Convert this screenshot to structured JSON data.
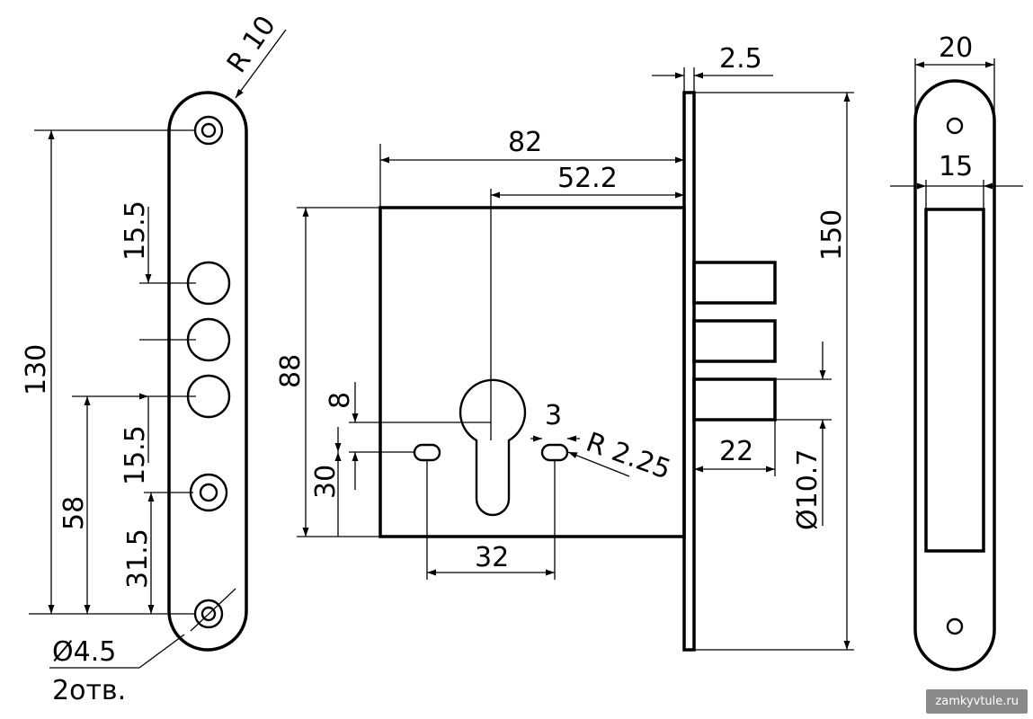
{
  "dimensions": {
    "r10": "R 10",
    "d130": "130",
    "d15_5_top": "15.5",
    "d15_5_bottom": "15.5",
    "d58": "58",
    "d31_5": "31.5",
    "d4_5": "Ø4.5",
    "holes": "2отв.",
    "d2_5": "2.5",
    "d82": "82",
    "d52_2": "52.2",
    "d88": "88",
    "d8": "8",
    "d30": "30",
    "d3": "3",
    "r2_25": "R 2.25",
    "d32": "32",
    "d22": "22",
    "d150": "150",
    "d10_7": "Ø10.7",
    "d20": "20",
    "d15_strike": "15"
  },
  "watermark": "zamkyvtule.ru"
}
